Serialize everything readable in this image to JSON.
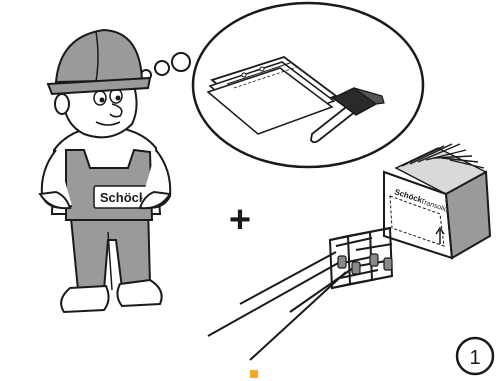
{
  "worker": {
    "apron_label": "Schöck"
  },
  "module": {
    "label_brand": "Schöck",
    "label_product": "Transolid"
  },
  "plus_sign": "+",
  "step": {
    "number": "1"
  },
  "colors": {
    "line": "#1a1a1a",
    "overall_fill": "#9a9a9a",
    "skin": "#ffffff",
    "marker": "#f5a623",
    "bubble_fill": "#ffffff"
  }
}
